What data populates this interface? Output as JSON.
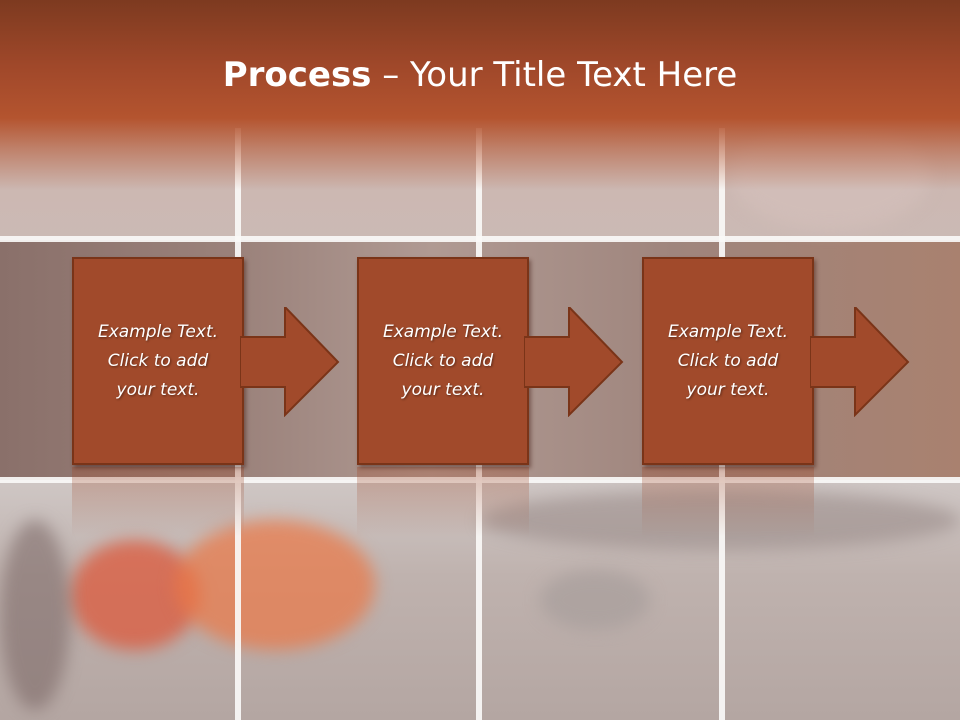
{
  "slide": {
    "title_bold": "Process",
    "title_rest": " – Your Title Text Here",
    "steps": [
      {
        "text": "Example Text.\nClick  to add\nyour text."
      },
      {
        "text": "Example Text.\nClick  to add\nyour text."
      },
      {
        "text": "Example Text.\nClick  to add\nyour text."
      }
    ]
  },
  "colors": {
    "banner": "#a0482a",
    "box_fill": "#a14a2b",
    "box_border": "#7a3418",
    "text": "#ffffff"
  },
  "icons": [
    "right-arrow-icon"
  ]
}
